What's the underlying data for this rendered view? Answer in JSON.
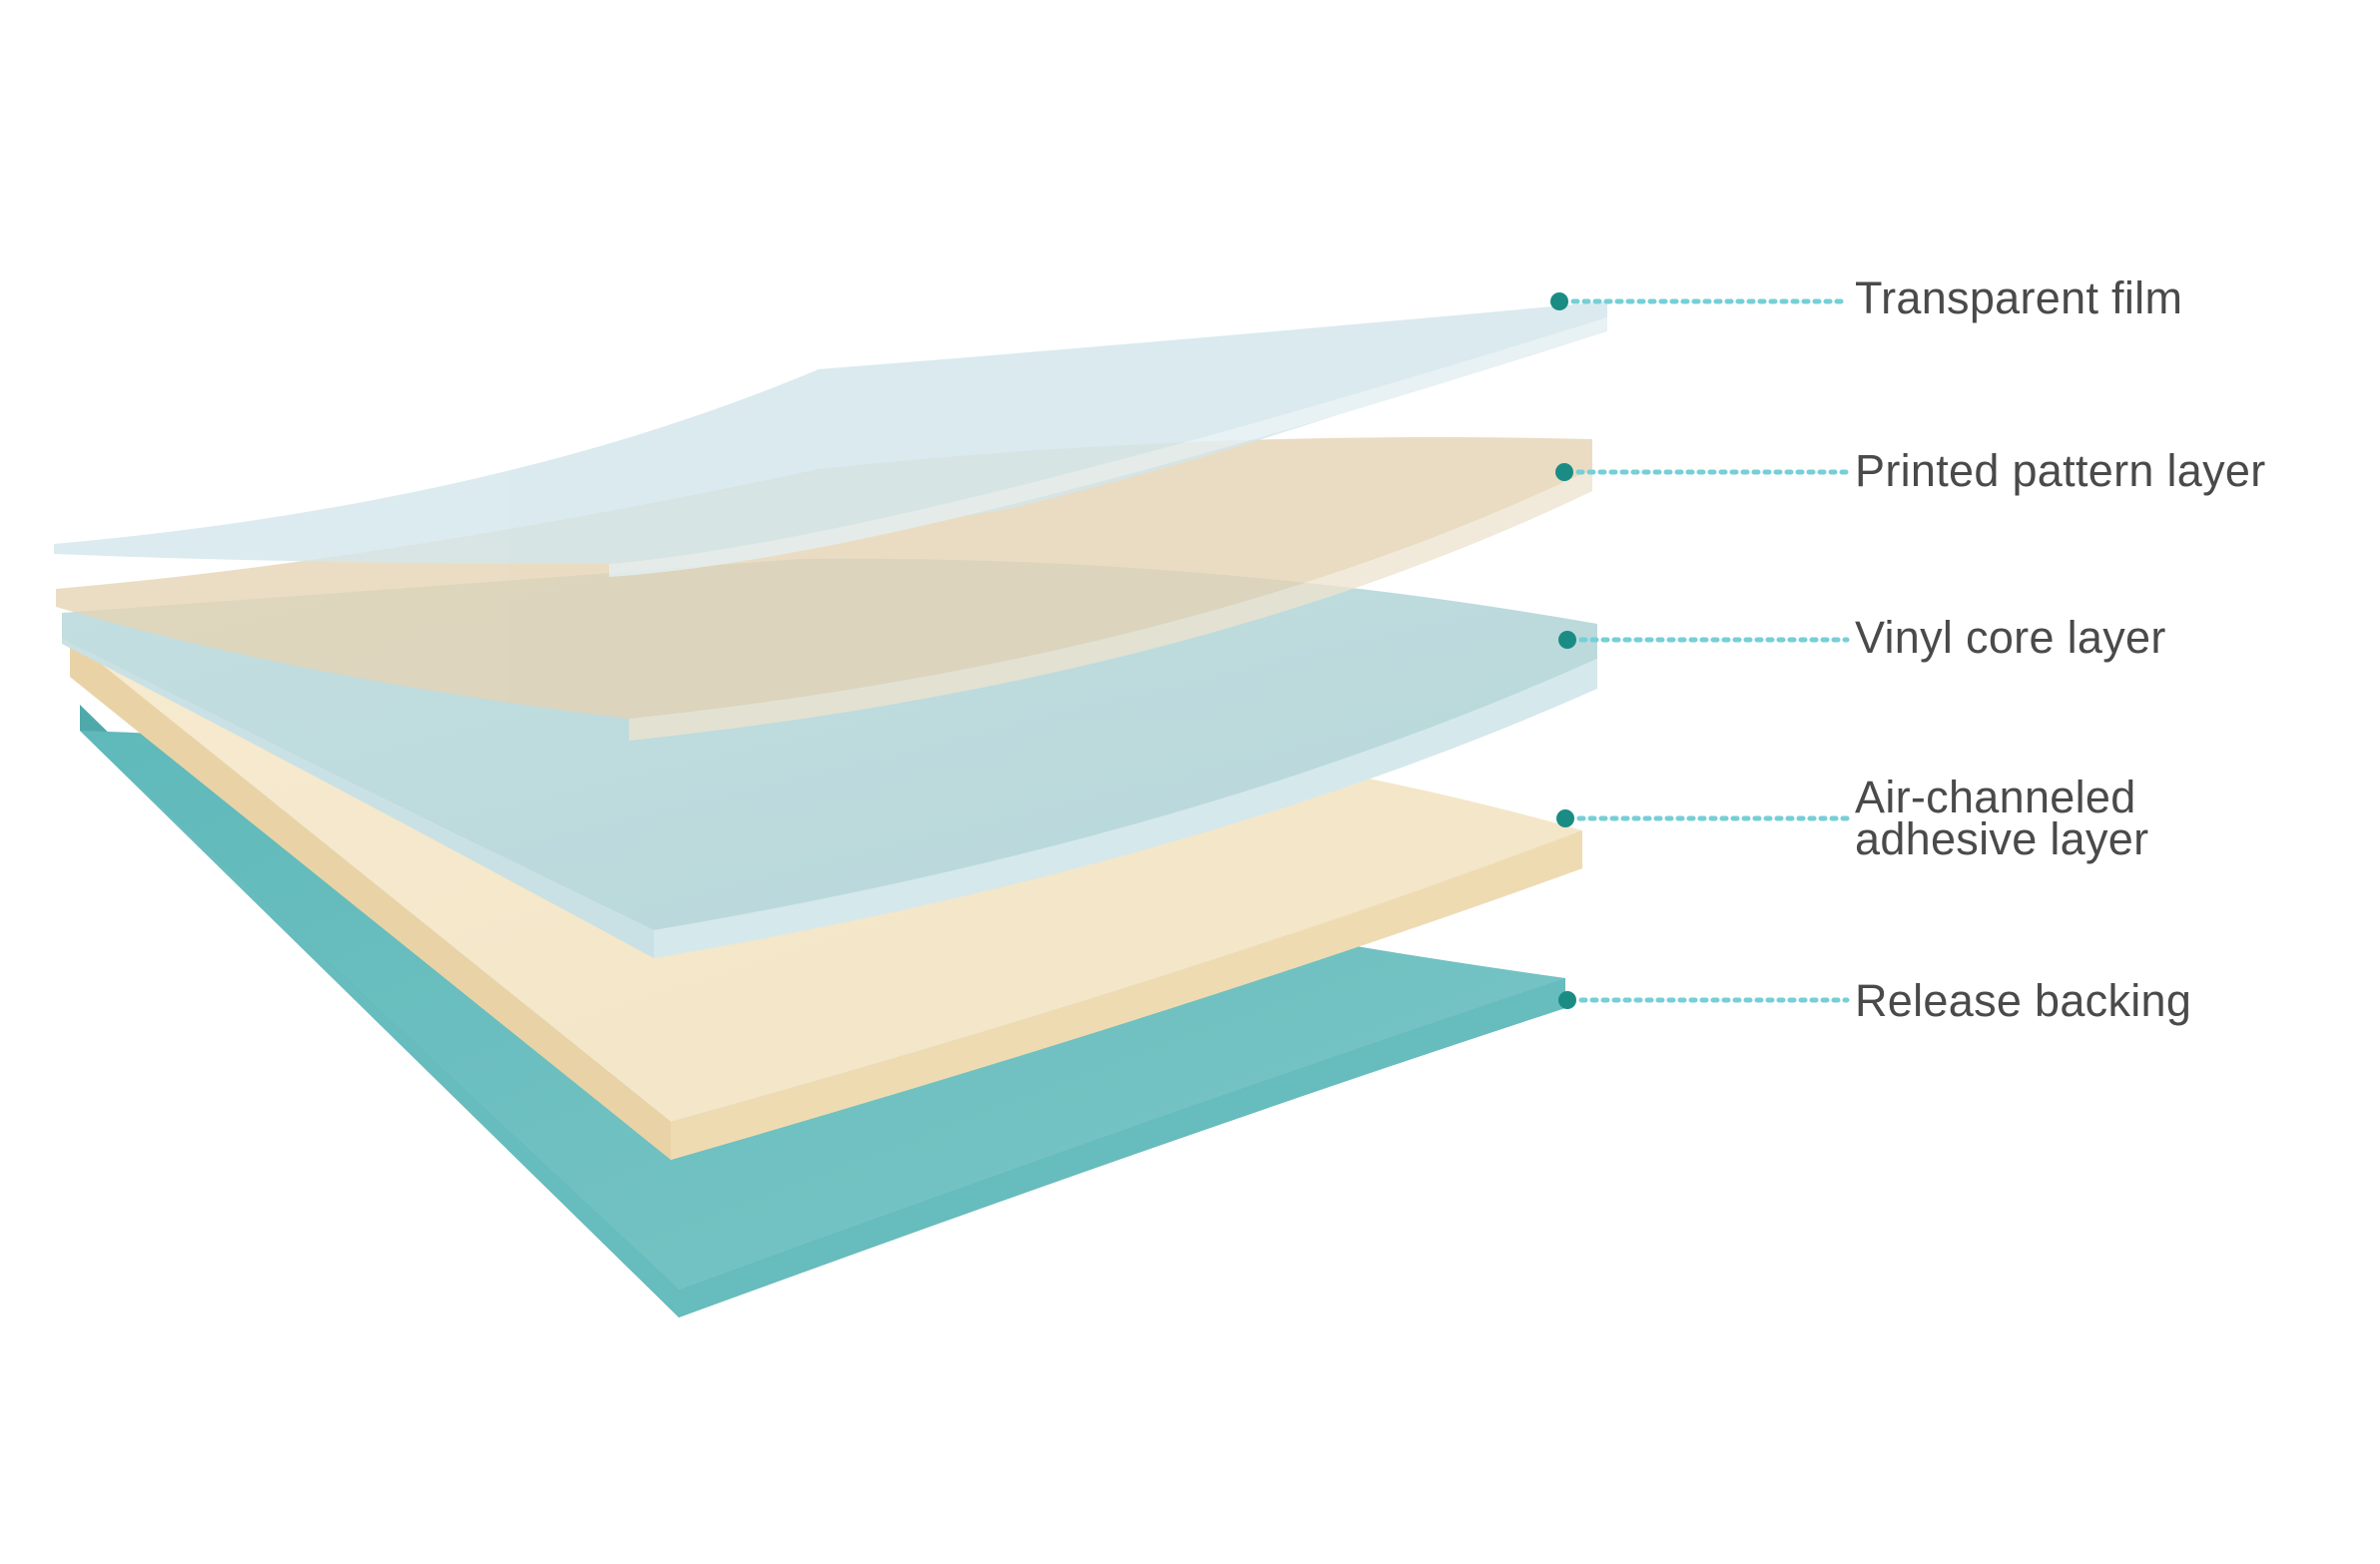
{
  "layers": [
    {
      "key": "transparent-film",
      "label_lines": [
        "Transparent film"
      ],
      "color": "#d8e9ee"
    },
    {
      "key": "printed-pattern",
      "label_lines": [
        "Printed pattern layer"
      ],
      "color": "#ecdcc0"
    },
    {
      "key": "vinyl-core",
      "label_lines": [
        "Vinyl core layer"
      ],
      "color": "#bcdadc"
    },
    {
      "key": "adhesive",
      "label_lines": [
        "Air-channeled",
        "adhesive layer"
      ],
      "color": "#f2e4c6"
    },
    {
      "key": "release-backing",
      "label_lines": [
        "Release backing"
      ],
      "color": "#72c1c2"
    }
  ],
  "colors": {
    "callout_dot": "#1a8c84",
    "callout_line": "#76cfd6",
    "label_text": "#4a4a4a"
  }
}
